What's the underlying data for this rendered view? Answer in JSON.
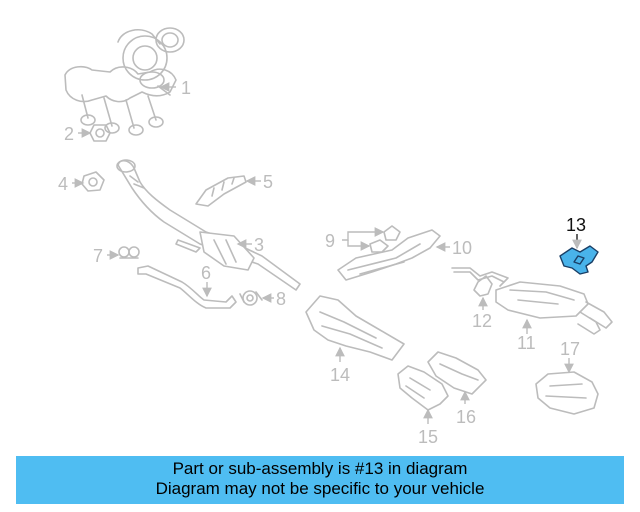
{
  "diagram": {
    "highlighted_part": "13",
    "highlight_color": "#49b3ea",
    "callouts": [
      "1",
      "2",
      "3",
      "4",
      "5",
      "6",
      "7",
      "8",
      "9",
      "10",
      "11",
      "12",
      "13",
      "14",
      "15",
      "16",
      "17"
    ]
  },
  "banner": {
    "line1": "Part or sub-assembly is #13 in diagram",
    "line2": "Diagram may not be specific to your vehicle",
    "background": "#4fbdf2"
  }
}
